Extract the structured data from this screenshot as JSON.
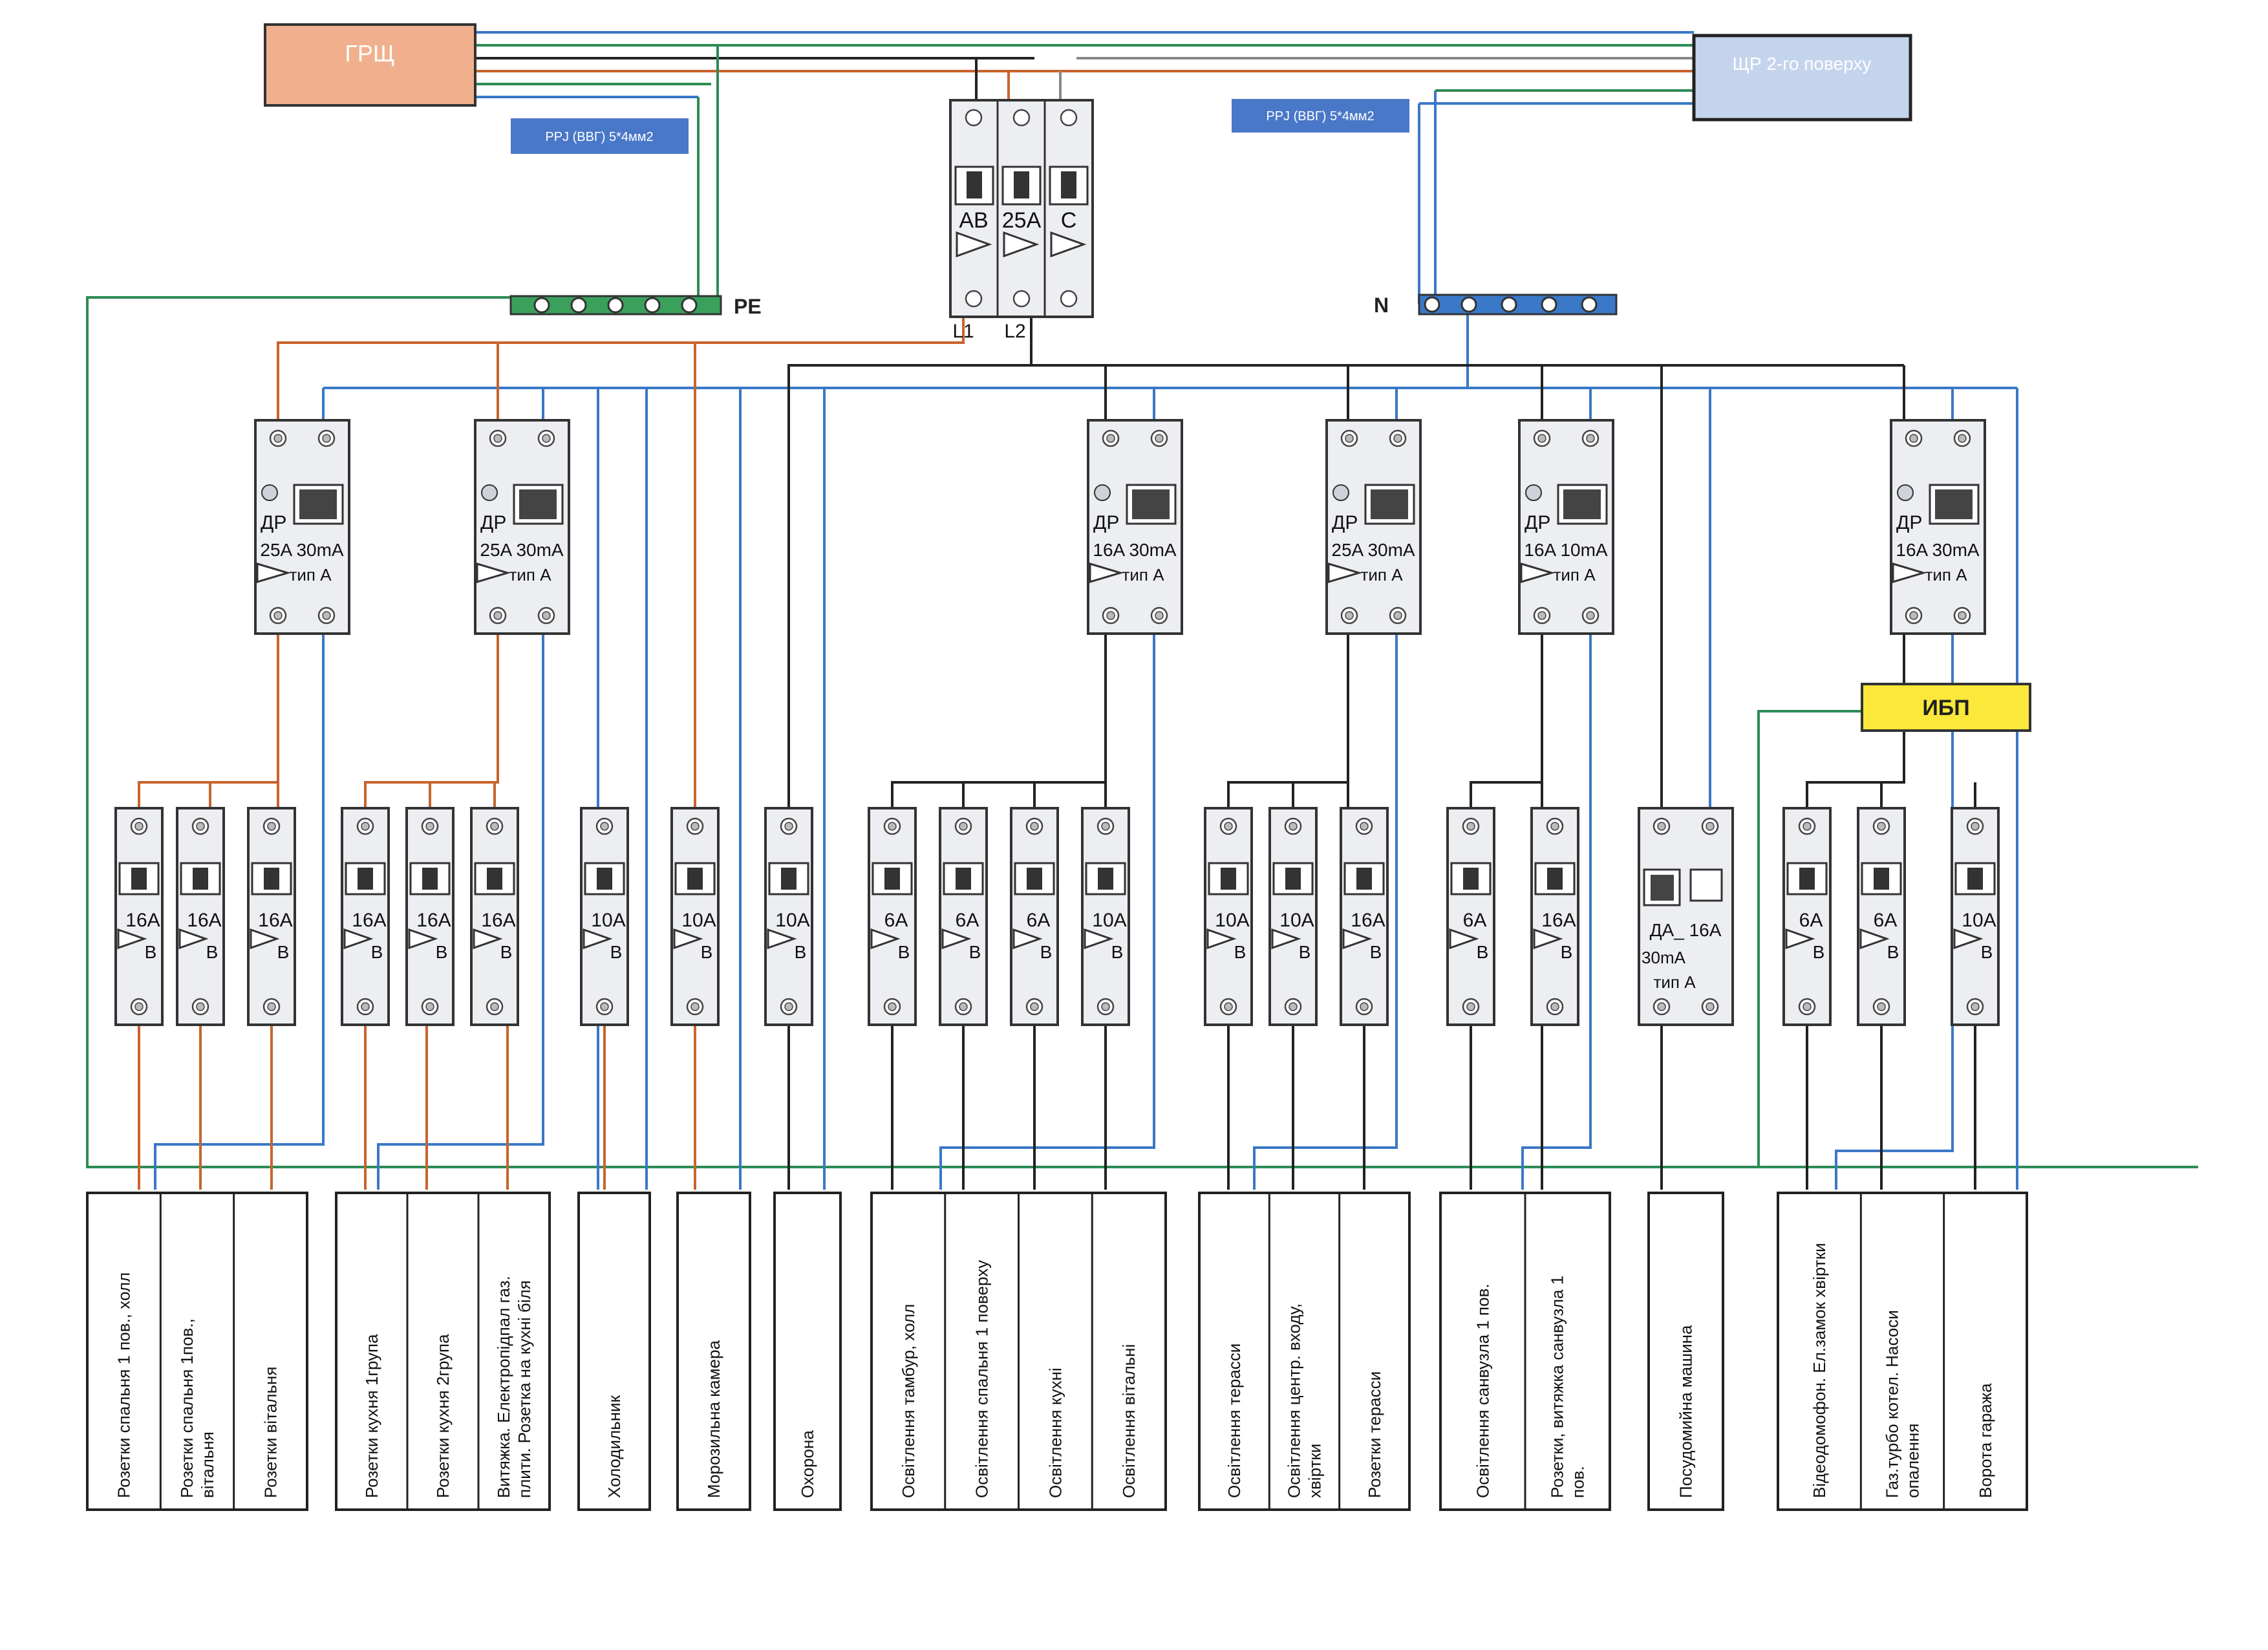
{
  "sources": {
    "main_panel": "ГРЩ",
    "floor2_panel": "ЩР 2-го поверху",
    "cable_left": "PPJ (ВВГ) 5*4мм2",
    "cable_right": "PPJ (ВВГ) 5*4мм2"
  },
  "bus": {
    "pe": "PE",
    "n": "N"
  },
  "main_switch": {
    "labels": [
      "AB",
      "25A",
      "C"
    ],
    "phases": [
      "L1",
      "L2"
    ]
  },
  "ups": "ИБП",
  "rcds": [
    {
      "line1": "ДР",
      "line2": "25A 30mA",
      "line3": "тип A"
    },
    {
      "line1": "ДР",
      "line2": "25A 30mA",
      "line3": "тип A"
    },
    {
      "line1": "ДР",
      "line2": "16A 30mA",
      "line3": "тип A"
    },
    {
      "line1": "ДР",
      "line2": "25A 30mA",
      "line3": "тип A"
    },
    {
      "line1": "ДР",
      "line2": "16A 10mA",
      "line3": "тип A"
    },
    {
      "line1": "ДР",
      "line2": "16A 30mA",
      "line3": "тип A"
    }
  ],
  "breakers": [
    {
      "rating": "16A",
      "curve": "B"
    },
    {
      "rating": "16A",
      "curve": "B"
    },
    {
      "rating": "16A",
      "curve": "B"
    },
    {
      "rating": "16A",
      "curve": "B"
    },
    {
      "rating": "16A",
      "curve": "B"
    },
    {
      "rating": "16A",
      "curve": "B"
    },
    {
      "rating": "10A",
      "curve": "B"
    },
    {
      "rating": "10A",
      "curve": "B"
    },
    {
      "rating": "10A",
      "curve": "B"
    },
    {
      "rating": "6A",
      "curve": "B"
    },
    {
      "rating": "6A",
      "curve": "B"
    },
    {
      "rating": "6A",
      "curve": "B"
    },
    {
      "rating": "10A",
      "curve": "B"
    },
    {
      "rating": "10A",
      "curve": "B"
    },
    {
      "rating": "10A",
      "curve": "B"
    },
    {
      "rating": "16A",
      "curve": "B"
    },
    {
      "rating": "6A",
      "curve": "B"
    },
    {
      "rating": "16A",
      "curve": "B"
    },
    {
      "rating": "6A",
      "curve": "B"
    },
    {
      "rating": "6A",
      "curve": "B"
    },
    {
      "rating": "10A",
      "curve": "B"
    }
  ],
  "rcbo": {
    "line1": "ДА_ 16A",
    "line2": "30mA",
    "line3": "тип A"
  },
  "loads": [
    "Розетки спальня 1 пов., холл",
    "Розетки спальня 1пов., вітальня",
    "Розетки вітальня",
    "Розетки кухня 1група",
    "Розетки кухня 2група",
    "Витяжка. Електропідпал газ. плити. Розетка на кухні біля",
    "Холодильник",
    "Морозильна камера",
    "Охорона",
    "Освітлення тамбур, холл",
    "Освітлення спальня 1 поверху",
    "Освітлення кухні",
    "Освітлення вітальні",
    "Освітлення терасси",
    "Освітлення центр. входу, хвіртки",
    "Розетки терасси",
    "Освітлення санвузла 1 пов.",
    "Розетки, витяжка санвузла 1 пов.",
    "Посудомийна машина",
    "Відеодомофон. Ел.замок хвіртки",
    "Газ.турбо котел. Насоси опалення",
    "Ворота гаража"
  ],
  "colors": {
    "grsh_fill": "#f0b08e",
    "floor2_fill": "#c4d4ec",
    "pe_wire": "#2e8b57",
    "n_wire": "#3a78c8",
    "phase_wire_a": "#c8642d",
    "phase_wire_b": "#222222",
    "ups_fill": "#fbe83b",
    "tag_fill": "#4a78c8"
  }
}
